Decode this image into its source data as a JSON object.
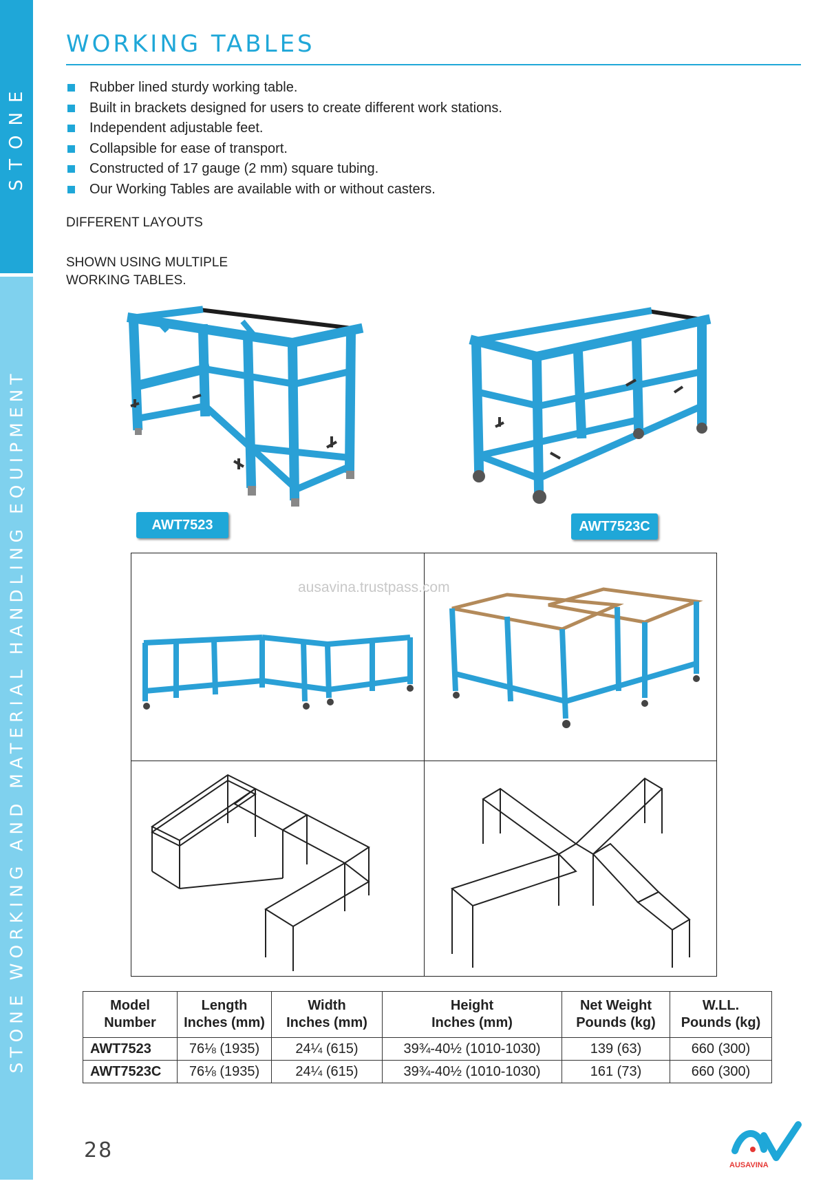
{
  "sidebar": {
    "section": "STONE",
    "category": "STONE WORKING AND MATERIAL HANDLING EQUIPMENT"
  },
  "page": {
    "title": "WORKING TABLES",
    "bullets": [
      "Rubber lined sturdy working table.",
      "Built in brackets designed for users to create different work stations.",
      "Independent adjustable feet.",
      "Collapsible for ease of transport.",
      "Constructed of 17 gauge (2 mm) square tubing.",
      "Our Working Tables are available with or without casters."
    ],
    "layouts_heading": "DIFFERENT LAYOUTS",
    "shown_line1": "SHOWN USING MULTIPLE",
    "shown_line2": "WORKING TABLES.",
    "page_number": "28"
  },
  "products": {
    "left_label": "AWT7523",
    "right_label": "AWT7523C"
  },
  "watermark": "ausavina.trustpass.com",
  "spec_table": {
    "headers": [
      {
        "line1": "Model",
        "line2": "Number"
      },
      {
        "line1": "Length",
        "line2": "Inches (mm)"
      },
      {
        "line1": "Width",
        "line2": "Inches (mm)"
      },
      {
        "line1": "Height",
        "line2": "Inches (mm)"
      },
      {
        "line1": "Net Weight",
        "line2": "Pounds (kg)"
      },
      {
        "line1": "W.LL.",
        "line2": "Pounds (kg)"
      }
    ],
    "rows": [
      [
        "AWT7523",
        "76⅛ (1935)",
        "24¼ (615)",
        "39¾-40½ (1010-1030)",
        "139 (63)",
        "660 (300)"
      ],
      [
        "AWT7523C",
        "76⅛ (1935)",
        "24¼ (615)",
        "39¾-40½ (1010-1030)",
        "161 (73)",
        "660 (300)"
      ]
    ]
  },
  "logo": {
    "text": "AUSAVINA",
    "color": "#1fa7d8",
    "accent": "#e53935"
  },
  "colors": {
    "brand_blue": "#1fa7d8",
    "sidebar_light": "#7fd1ee",
    "table_frame": "#2aa0d6"
  }
}
